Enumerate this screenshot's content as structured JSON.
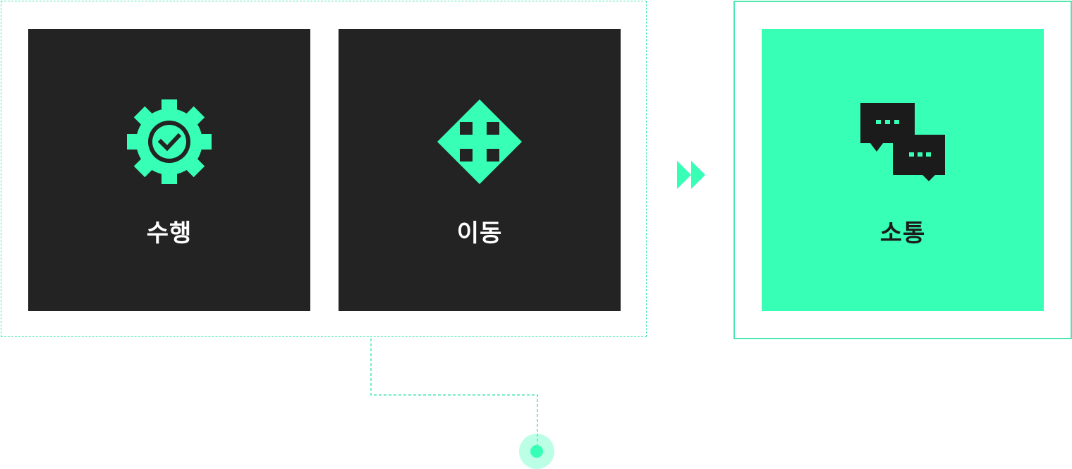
{
  "cards": [
    {
      "label": "수행",
      "icon": "gear-check-icon"
    },
    {
      "label": "이동",
      "icon": "move-arrows-icon"
    },
    {
      "label": "소통",
      "icon": "chat-bubbles-icon"
    }
  ],
  "colors": {
    "accent": "#38ffb6",
    "dashed_border": "#4ce8b0",
    "dark_card": "#232323",
    "dark_text": "#1b1b1b"
  }
}
